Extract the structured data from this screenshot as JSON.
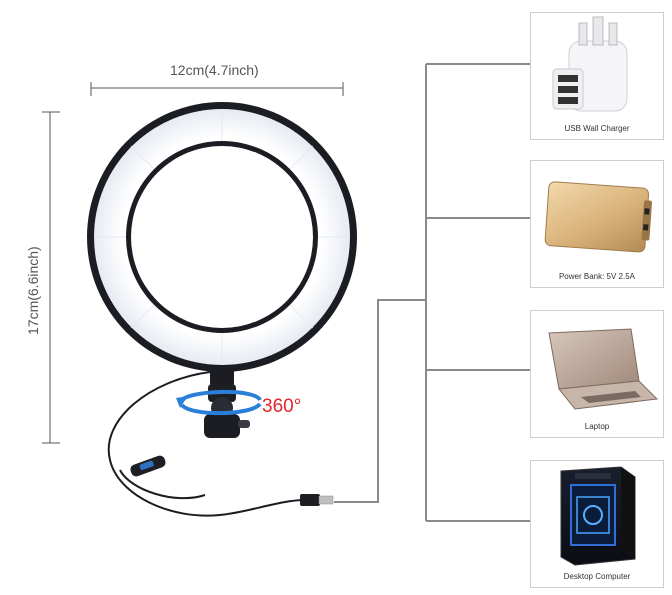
{
  "dimensions": {
    "width_label": "12cm(4.7inch)",
    "height_label": "17cm(6.6inch)"
  },
  "rotation": {
    "label": "360°",
    "color": "#e4262b"
  },
  "devices": [
    {
      "caption": "USB Wall Charger",
      "icon": "usb-wall-charger-icon"
    },
    {
      "caption": "Power Bank: 5V 2.5A",
      "icon": "power-bank-icon"
    },
    {
      "caption": "Laptop",
      "icon": "laptop-icon"
    },
    {
      "caption": "Desktop Computer",
      "icon": "desktop-computer-icon"
    }
  ],
  "colors": {
    "connector_line": "#8a8a8a",
    "ring_body": "#1b1d22",
    "ring_light": "#f4f7fb",
    "rotation_arrow": "#2a7fd8"
  }
}
